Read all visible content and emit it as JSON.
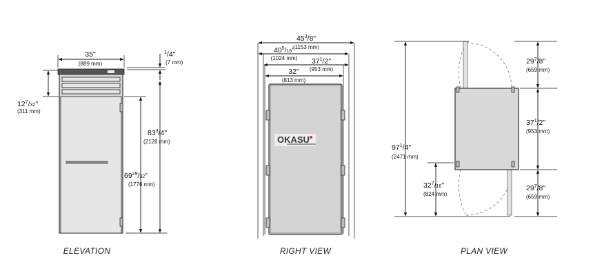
{
  "elevation": {
    "caption": "ELEVATION",
    "width": {
      "whole": "35",
      "frac_num": "",
      "frac_den": "",
      "unit": "\"",
      "mm": "(889 mm)"
    },
    "top_gap": {
      "whole": "",
      "frac_num": "1",
      "frac_den": "4",
      "unit": "\"",
      "mm": "(7 mm)"
    },
    "top_height": {
      "whole": "12",
      "frac_num": "7",
      "frac_den": "32",
      "unit": "\"",
      "mm": "(311 mm)"
    },
    "total_height": {
      "whole": "83",
      "frac_num": "3",
      "frac_den": "4",
      "unit": "\"",
      "mm": "(2128 mm)"
    },
    "door_height": {
      "whole": "69",
      "frac_num": "29",
      "frac_den": "32",
      "unit": "\"",
      "mm": "(1776 mm)"
    }
  },
  "right_view": {
    "caption": "RIGHT VIEW",
    "overall": {
      "whole": "45",
      "frac_num": "3",
      "frac_den": "8",
      "unit": "\"",
      "mm": "(1153 mm)"
    },
    "with_handle": {
      "whole": "40",
      "frac_num": "5",
      "frac_den": "16",
      "unit": "\"",
      "mm": "(1024 mm)"
    },
    "depth": {
      "whole": "37",
      "frac_num": "1",
      "frac_den": "2",
      "unit": "\"",
      "mm": "(953 mm)"
    },
    "body": {
      "whole": "32",
      "frac_num": "",
      "frac_den": "",
      "unit": "\"",
      "mm": "(813 mm)"
    },
    "logo": "OKASU"
  },
  "plan_view": {
    "caption": "PLAN VIEW",
    "total": {
      "whole": "97",
      "frac_num": "1",
      "frac_den": "4",
      "unit": "\"",
      "mm": "(2471 mm)"
    },
    "swing_top": {
      "whole": "29",
      "frac_num": "7",
      "frac_den": "8",
      "unit": "\"",
      "mm": "(659 mm)"
    },
    "depth": {
      "whole": "37",
      "frac_num": "1",
      "frac_den": "2",
      "unit": "\"",
      "mm": "(953 mm)"
    },
    "swing_bottom": {
      "whole": "29",
      "frac_num": "7",
      "frac_den": "8",
      "unit": "\"",
      "mm": "(659 mm)"
    },
    "door_open": {
      "whole": "32",
      "frac_num": "7",
      "frac_den": "16",
      "unit": "\"",
      "mm": "(824 mm)"
    }
  }
}
